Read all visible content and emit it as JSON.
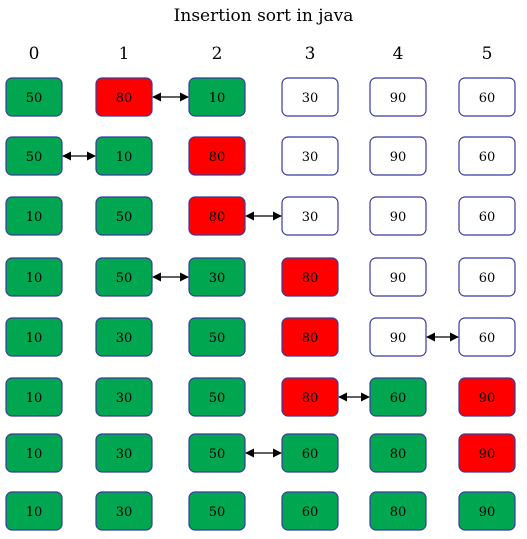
{
  "title": "Insertion sort in java",
  "indices": [
    "0",
    "1",
    "2",
    "3",
    "4",
    "5"
  ],
  "colors": {
    "sorted": "#00a650",
    "key": "#ff0000",
    "unsorted": "#ffffff",
    "border": "#3a3aa0",
    "arrow": "#000000"
  },
  "rows": [
    {
      "values": [
        "50",
        "80",
        "10",
        "30",
        "90",
        "60"
      ],
      "states": [
        "sorted",
        "key",
        "sorted",
        "unsorted",
        "unsorted",
        "unsorted"
      ],
      "swap": [
        1,
        2
      ]
    },
    {
      "values": [
        "50",
        "10",
        "80",
        "30",
        "90",
        "60"
      ],
      "states": [
        "sorted",
        "sorted",
        "key",
        "unsorted",
        "unsorted",
        "unsorted"
      ],
      "swap": [
        0,
        1
      ]
    },
    {
      "values": [
        "10",
        "50",
        "80",
        "30",
        "90",
        "60"
      ],
      "states": [
        "sorted",
        "sorted",
        "key",
        "unsorted",
        "unsorted",
        "unsorted"
      ],
      "swap": [
        2,
        3
      ]
    },
    {
      "values": [
        "10",
        "50",
        "30",
        "80",
        "90",
        "60"
      ],
      "states": [
        "sorted",
        "sorted",
        "sorted",
        "key",
        "unsorted",
        "unsorted"
      ],
      "swap": [
        1,
        2
      ]
    },
    {
      "values": [
        "10",
        "30",
        "50",
        "80",
        "90",
        "60"
      ],
      "states": [
        "sorted",
        "sorted",
        "sorted",
        "key",
        "unsorted",
        "unsorted"
      ],
      "swap": [
        4,
        5
      ]
    },
    {
      "values": [
        "10",
        "30",
        "50",
        "80",
        "60",
        "90"
      ],
      "states": [
        "sorted",
        "sorted",
        "sorted",
        "key",
        "sorted",
        "key"
      ],
      "swap": [
        3,
        4
      ]
    },
    {
      "values": [
        "10",
        "30",
        "50",
        "60",
        "80",
        "90"
      ],
      "states": [
        "sorted",
        "sorted",
        "sorted",
        "sorted",
        "sorted",
        "key"
      ],
      "swap": [
        2,
        3
      ]
    },
    {
      "values": [
        "10",
        "30",
        "50",
        "60",
        "80",
        "90"
      ],
      "states": [
        "sorted",
        "sorted",
        "sorted",
        "sorted",
        "sorted",
        "sorted"
      ],
      "swap": null
    }
  ]
}
